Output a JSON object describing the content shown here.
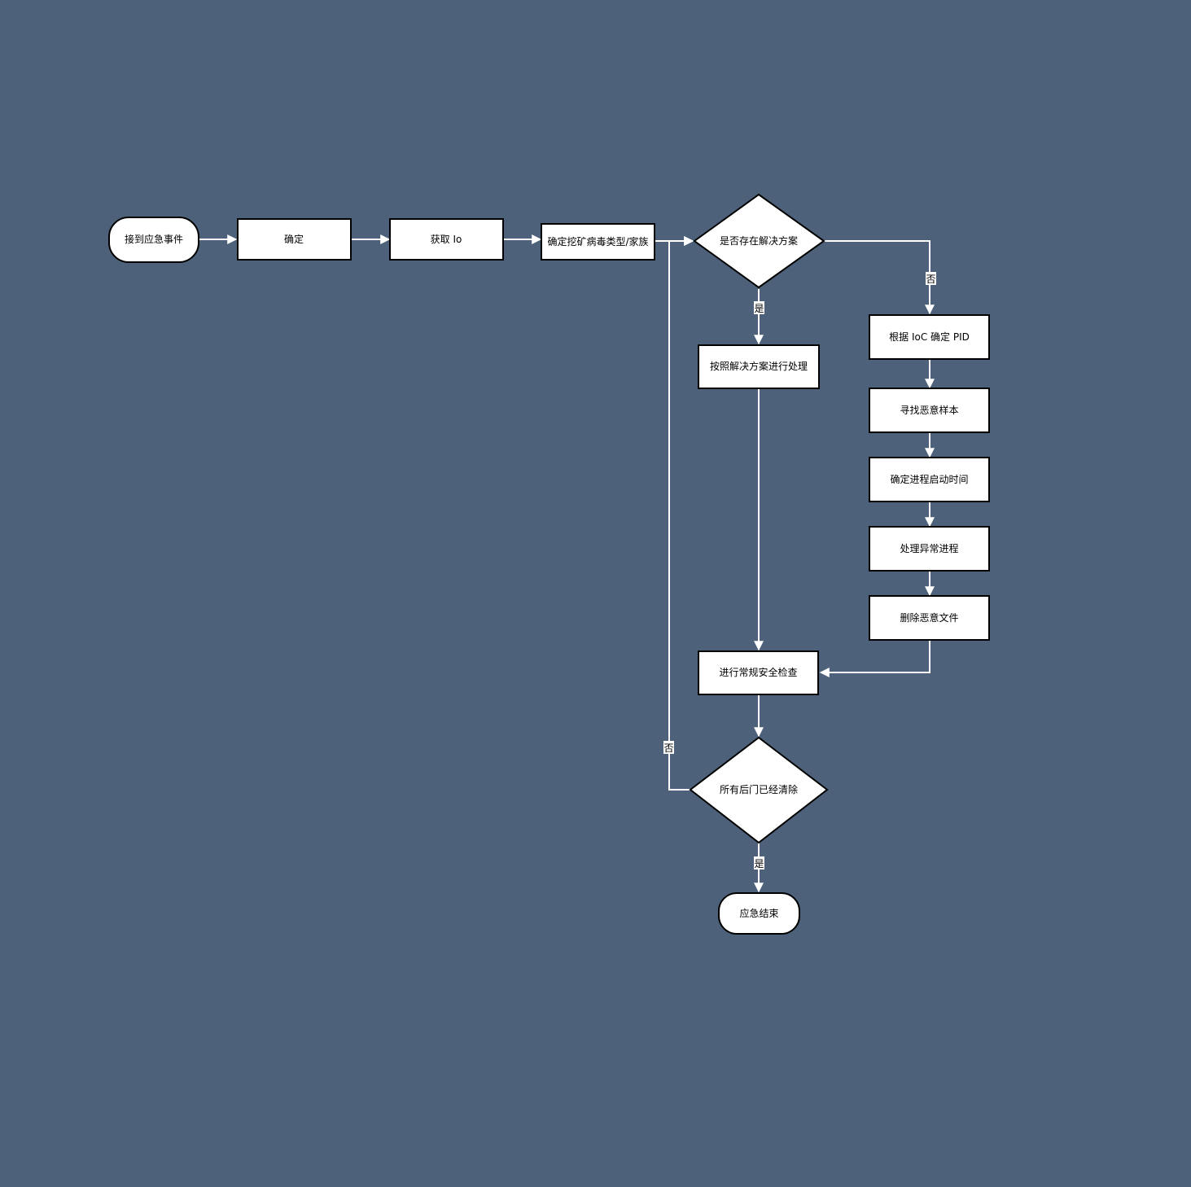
{
  "colors": {
    "background": "#4d627a",
    "node_fill": "#ffffff",
    "node_border": "#000000",
    "edge": "#ffffff"
  },
  "nodes": {
    "start": "接到应急事件",
    "confirm": "确定",
    "get_ioc": "获取 Io",
    "determine_family": "确定挖矿病毒类型/家族",
    "has_solution": "是否存在解决方案",
    "follow_solution": "按照解决方案进行处理",
    "pid_from_ioc": "根据 IoC 确定 PID",
    "find_sample": "寻找恶意样本",
    "process_start_time": "确定进程启动时间",
    "handle_process": "处理异常进程",
    "delete_files": "删除恶意文件",
    "security_check": "进行常规安全检查",
    "backdoors_cleared": "所有后门已经清除",
    "end": "应急结束"
  },
  "edge_labels": {
    "solution_no": "否",
    "solution_yes": "是",
    "backdoor_no": "否",
    "backdoor_yes": "是"
  }
}
